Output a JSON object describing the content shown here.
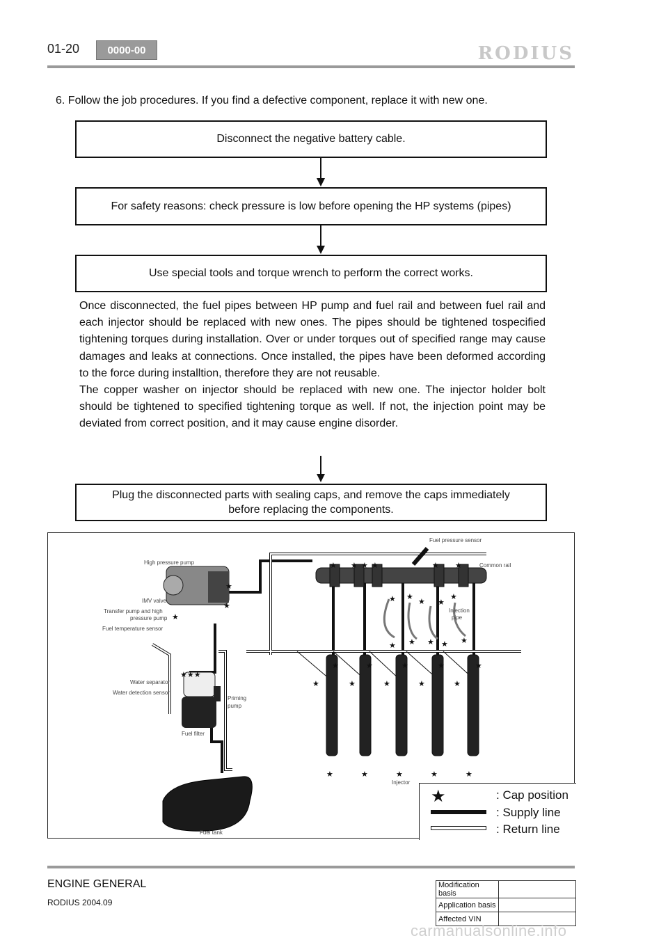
{
  "header": {
    "page_number": "01-20",
    "code": "0000-00",
    "brand": "RODIUS"
  },
  "step_text": "6. Follow the job procedures. If you find a defective component, replace it with new one.",
  "flow": {
    "box1": "Disconnect the negative battery cable.",
    "box2": "For safety reasons: check pressure is low before opening the HP systems (pipes)",
    "box3": "Use special tools and torque wrench to perform the correct works.",
    "paragraph1": "Once disconnected, the fuel pipes between HP pump and fuel rail and between fuel rail and each injector should be replaced with new ones. The pipes should be tightened tospecified tightening torques during installation. Over or under torques out of specified range may cause damages and leaks at connections. Once installed, the pipes have been deformed according to the force during installtion, therefore they are not reusable.",
    "paragraph2": "The copper washer on injector should be replaced with new one. The injector holder bolt should be tightened to specified tightening torque as well. If not, the injection point may be deviated from correct position, and it may cause engine disorder.",
    "box4_line1": "Plug the disconnected parts with sealing caps, and remove the caps immediately",
    "box4_line2": "before replacing the components."
  },
  "diagram": {
    "labels": {
      "fuel_pressure_sensor": "Fuel pressure sensor",
      "high_pressure_pump": "High pressure pump",
      "common_rail": "Common rail",
      "imv_valve": "IMV valve",
      "transfer_pump_1": "Transfer pump and high",
      "transfer_pump_2": "pressure pump",
      "fuel_temp_sensor": "Fuel temperature sensor",
      "injection_pipe_1": "Injection",
      "injection_pipe_2": "pipe",
      "water_separator": "Water separator",
      "water_detection": "Water detection sensor",
      "priming_1": "Priming",
      "priming_2": "pump",
      "fuel_filter": "Fuel filter",
      "injector": "Injector",
      "fuel_tank": "Fuel tank"
    },
    "legend": {
      "cap": ": Cap position",
      "supply": ": Supply line",
      "return": ": Return line",
      "star": "★"
    }
  },
  "footer": {
    "title": "ENGINE GENERAL",
    "subtitle": "RODIUS 2004.09",
    "table": [
      "Modification basis",
      "Application basis",
      "Affected VIN"
    ]
  },
  "watermark": "carmanualsonline.info"
}
